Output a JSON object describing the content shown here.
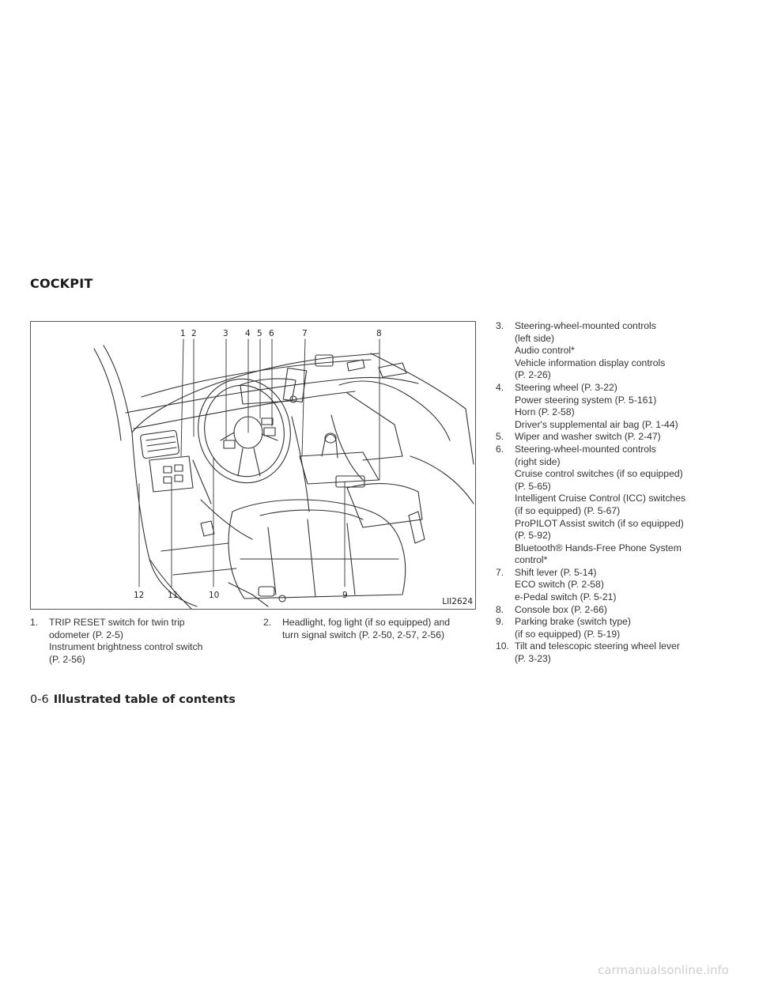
{
  "section_title": "COCKPIT",
  "figure": {
    "code": "LII2624",
    "callouts_top": [
      "1",
      "2",
      "3",
      "4",
      "5",
      "6",
      "7",
      "8"
    ],
    "callouts_bottom": [
      "12",
      "11",
      "10",
      "9"
    ]
  },
  "items": [
    {
      "num": "1.",
      "lines": [
        "TRIP RESET switch for twin trip",
        "odometer (P. 2-5)",
        "Instrument brightness control switch",
        "(P. 2-56)"
      ]
    },
    {
      "num": "2.",
      "lines": [
        "Headlight, fog light (if so equipped) and",
        "turn signal switch (P. 2-50, 2-57, 2-56)"
      ]
    },
    {
      "num": "3.",
      "lines": [
        "Steering-wheel-mounted controls",
        "(left side)",
        "Audio control*",
        "Vehicle information display controls",
        "(P. 2-26)"
      ]
    },
    {
      "num": "4.",
      "lines": [
        "Steering wheel (P. 3-22)",
        "Power steering system (P. 5-161)",
        "Horn (P. 2-58)",
        "Driver's supplemental air bag (P. 1-44)"
      ]
    },
    {
      "num": "5.",
      "lines": [
        "Wiper and washer switch (P. 2-47)"
      ]
    },
    {
      "num": "6.",
      "lines": [
        "Steering-wheel-mounted controls",
        "(right side)",
        "Cruise control switches (if so equipped)",
        "(P. 5-65)",
        "Intelligent Cruise Control (ICC) switches",
        "(if so equipped) (P. 5-67)",
        "ProPILOT Assist switch (if so equipped)",
        "(P. 5-92)",
        "Bluetooth® Hands-Free Phone System",
        "control*"
      ]
    },
    {
      "num": "7.",
      "lines": [
        "Shift lever (P. 5-14)",
        "ECO switch (P. 2-58)",
        "e-Pedal switch (P. 5-21)"
      ]
    },
    {
      "num": "8.",
      "lines": [
        "Console box (P. 2-66)"
      ]
    },
    {
      "num": "9.",
      "lines": [
        "Parking brake (switch type)",
        "(if so equipped) (P. 5-19)"
      ]
    },
    {
      "num": "10.",
      "lines": [
        "Tilt and telescopic steering wheel lever",
        "(P. 3-23)"
      ]
    }
  ],
  "footer": {
    "page": "0-6",
    "title": "Illustrated table of contents"
  },
  "watermark": "carmanualsonline.info"
}
